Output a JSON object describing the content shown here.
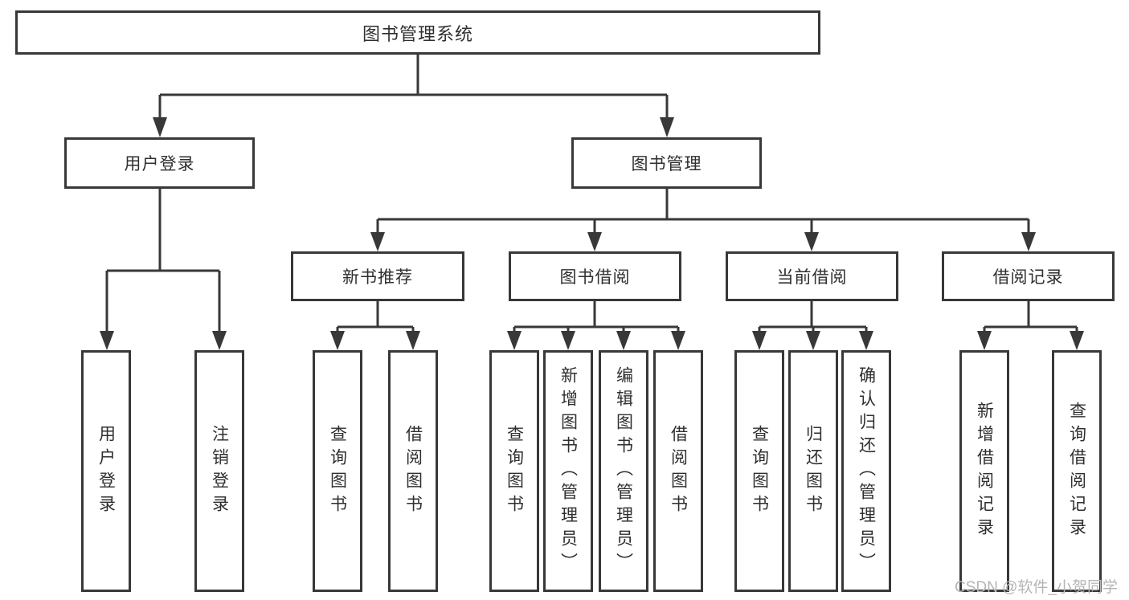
{
  "tree": {
    "root": {
      "label": "图书管理系统"
    },
    "branches": [
      {
        "label": "用户登录",
        "leaves": [
          "用户登录",
          "注销登录"
        ]
      },
      {
        "label": "图书管理",
        "groups": [
          {
            "label": "新书推荐",
            "leaves": [
              "查询图书",
              "借阅图书"
            ]
          },
          {
            "label": "图书借阅",
            "leaves": [
              "查询图书",
              "新增图书（管理员）",
              "编辑图书（管理员）",
              "借阅图书"
            ]
          },
          {
            "label": "当前借阅",
            "leaves": [
              "查询图书",
              "归还图书",
              "确认归还（管理员）"
            ]
          },
          {
            "label": "借阅记录",
            "leaves": [
              "新增借阅记录",
              "查询借阅记录"
            ]
          }
        ]
      }
    ]
  },
  "watermark": "CSDN @软件_小贺同学",
  "colors": {
    "line": "#38383a",
    "box_border": "#38383a",
    "text": "#2f2f31",
    "watermark": "#b5b5b5",
    "background": "#ffffff"
  }
}
